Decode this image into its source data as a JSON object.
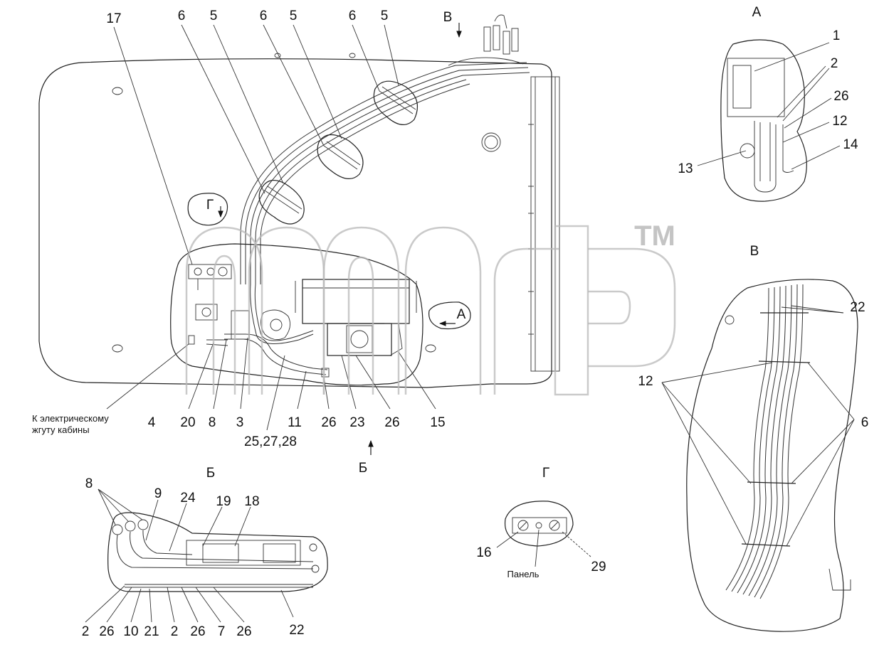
{
  "views": {
    "A": "А",
    "B": "Б",
    "V": "В",
    "G": "Г"
  },
  "notes": {
    "harness": [
      "К электрическому",
      "жгуту кабины"
    ],
    "panel": "Панель"
  },
  "watermark": "TM",
  "main_labels": [
    {
      "id": "m17",
      "text": "17"
    },
    {
      "id": "m6a",
      "text": "6"
    },
    {
      "id": "m5a",
      "text": "5"
    },
    {
      "id": "m6b",
      "text": "6"
    },
    {
      "id": "m5b",
      "text": "5"
    },
    {
      "id": "m6c",
      "text": "6"
    },
    {
      "id": "m5c",
      "text": "5"
    },
    {
      "id": "m4",
      "text": "4"
    },
    {
      "id": "m20",
      "text": "20"
    },
    {
      "id": "m8",
      "text": "8"
    },
    {
      "id": "m3",
      "text": "3"
    },
    {
      "id": "m11",
      "text": "11"
    },
    {
      "id": "m26a",
      "text": "26"
    },
    {
      "id": "m23",
      "text": "23"
    },
    {
      "id": "m26b",
      "text": "26"
    },
    {
      "id": "m15",
      "text": "15"
    },
    {
      "id": "m25",
      "text": "25,27,28"
    }
  ],
  "view_a_labels": [
    {
      "id": "a1",
      "text": "1"
    },
    {
      "id": "a2",
      "text": "2"
    },
    {
      "id": "a26",
      "text": "26"
    },
    {
      "id": "a12",
      "text": "12"
    },
    {
      "id": "a14",
      "text": "14"
    },
    {
      "id": "a13",
      "text": "13"
    }
  ],
  "view_v_labels": [
    {
      "id": "v22",
      "text": "22"
    },
    {
      "id": "v12",
      "text": "12"
    },
    {
      "id": "v6",
      "text": "6"
    }
  ],
  "view_b_labels": [
    {
      "id": "b8",
      "text": "8"
    },
    {
      "id": "b9",
      "text": "9"
    },
    {
      "id": "b24",
      "text": "24"
    },
    {
      "id": "b19",
      "text": "19"
    },
    {
      "id": "b18",
      "text": "18"
    },
    {
      "id": "b2a",
      "text": "2"
    },
    {
      "id": "b26a",
      "text": "26"
    },
    {
      "id": "b10",
      "text": "10"
    },
    {
      "id": "b21",
      "text": "21"
    },
    {
      "id": "b2b",
      "text": "2"
    },
    {
      "id": "b26b",
      "text": "26"
    },
    {
      "id": "b7",
      "text": "7"
    },
    {
      "id": "b26c",
      "text": "26"
    },
    {
      "id": "b22",
      "text": "22"
    }
  ],
  "view_g_labels": [
    {
      "id": "g16",
      "text": "16"
    },
    {
      "id": "g29",
      "text": "29"
    }
  ]
}
